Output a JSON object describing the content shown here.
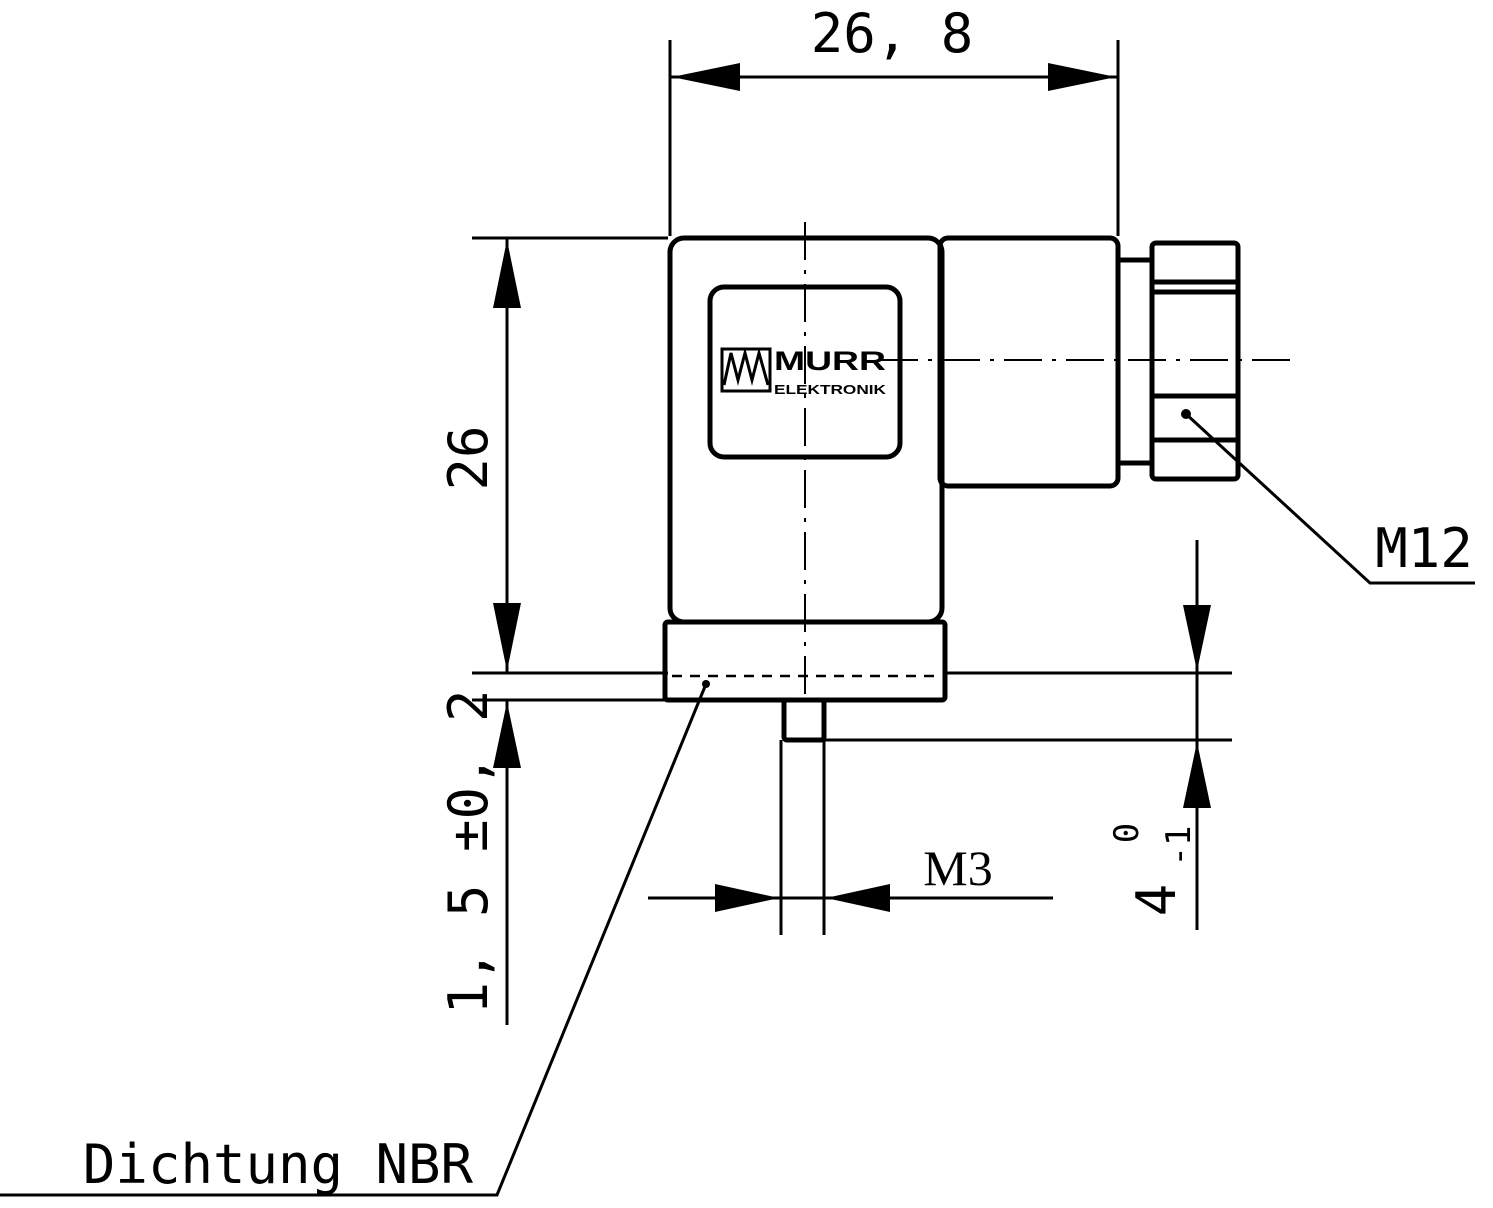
{
  "dimensions": {
    "width_top": "26, 8",
    "height_left": "26",
    "seal_thickness": "1, 5 ±0, 2",
    "screw_length_value": "4",
    "screw_length_upper_tol": "0",
    "screw_length_lower_tol": "-1"
  },
  "threads": {
    "screw": "M3",
    "cable_gland": "M12"
  },
  "labels": {
    "seal": "Dichtung NBR"
  },
  "logo": {
    "brand": "MURR",
    "sub": "ELEKTRONIK"
  }
}
